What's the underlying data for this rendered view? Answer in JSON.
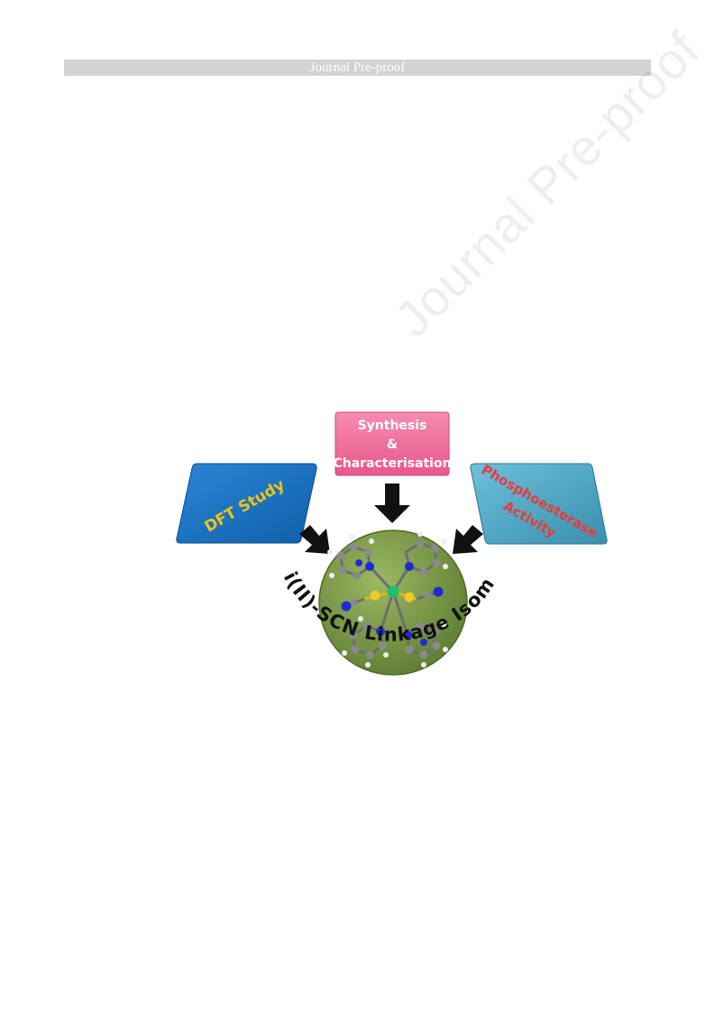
{
  "header": {
    "title": "Journal Pre-proof"
  },
  "watermark": {
    "text": "Journal Pre-proof"
  },
  "graphic": {
    "top_box": {
      "line1": "Synthesis",
      "line2": "&",
      "line3": "Characterisation"
    },
    "left_box": {
      "label": "DFT Study"
    },
    "right_box": {
      "line1": "Phosphoesterase",
      "line2": "Activity"
    },
    "arc_text": "Ni(II)-SCN Linkage Isomer",
    "colors": {
      "top_box": "#f06a95",
      "left_box": "#1b73c2",
      "right_box": "#4aa3c0",
      "left_text": "#f2c21a",
      "right_text": "#e83a3a",
      "center_disc": "#7a9a45"
    }
  }
}
